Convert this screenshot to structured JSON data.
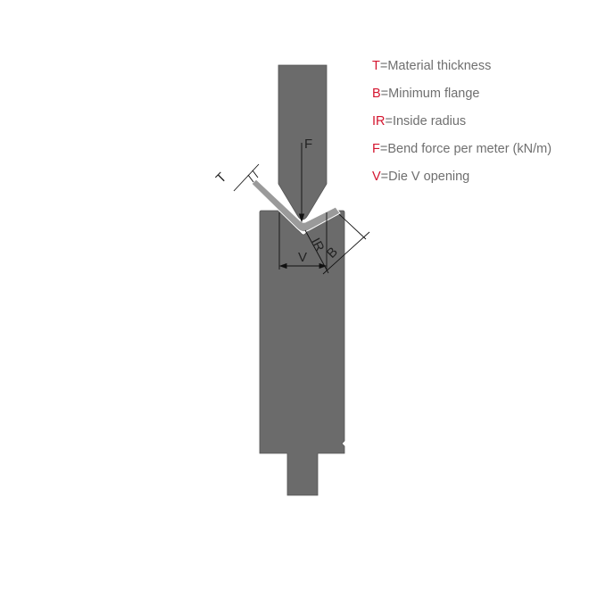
{
  "diagram": {
    "labels": {
      "force": "F",
      "thickness": "T",
      "inside_radius": "IR",
      "flange": "B",
      "v_opening": "V"
    }
  },
  "legend": [
    {
      "key": "T",
      "text": "=Material thickness"
    },
    {
      "key": "B",
      "text": "=Minimum flange"
    },
    {
      "key": "IR",
      "text": "=Inside radius"
    },
    {
      "key": "F",
      "text": "=Bend force per meter (kN/m)"
    },
    {
      "key": "V",
      "text": "=Die V opening"
    }
  ],
  "colors": {
    "tool": "#6b6b6b",
    "sheet": "#9a9a9a",
    "accent": "#d4152f",
    "text": "#6f6f6f"
  }
}
